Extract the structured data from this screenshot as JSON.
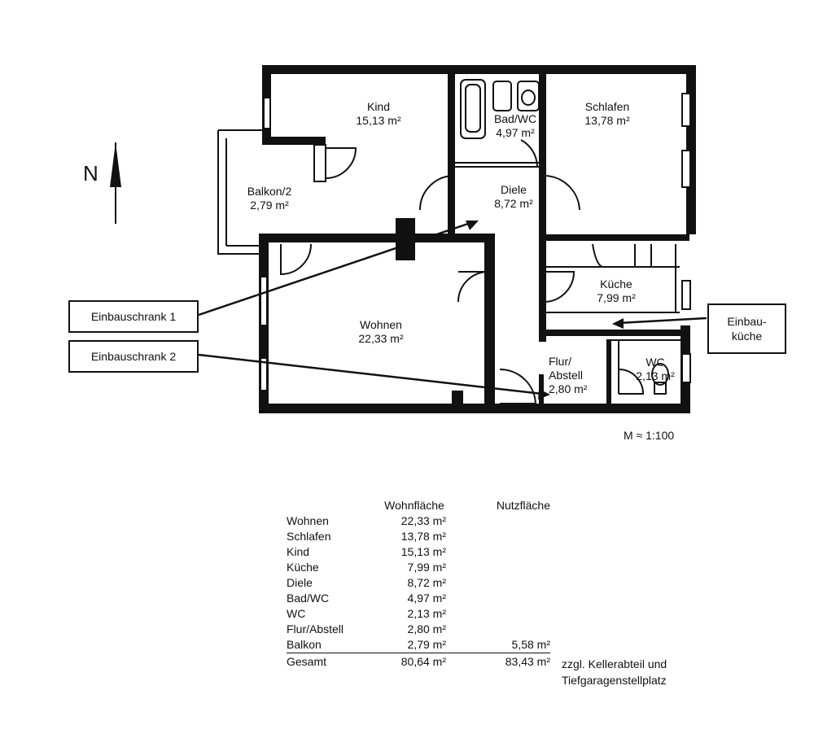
{
  "north_label": "N",
  "scale": "M ≈ 1:100",
  "rooms": [
    {
      "id": "kind",
      "name": "Kind",
      "area": "15,13 m²"
    },
    {
      "id": "bad",
      "name": "Bad/WC",
      "area": "4,97 m²"
    },
    {
      "id": "schlafen",
      "name": "Schlafen",
      "area": "13,78 m²"
    },
    {
      "id": "balkon",
      "name": "Balkon/2",
      "area": "2,79 m²"
    },
    {
      "id": "diele",
      "name": "Diele",
      "area": "8,72 m²"
    },
    {
      "id": "kueche",
      "name": "Küche",
      "area": "7,99 m²"
    },
    {
      "id": "wohnen",
      "name": "Wohnen",
      "area": "22,33 m²"
    },
    {
      "id": "flur",
      "name": "Flur/ Abstell",
      "area": "2,80 m²"
    },
    {
      "id": "wc",
      "name": "WC",
      "area": "2,13 m²"
    }
  ],
  "callouts": {
    "einbauschrank1": "Einbauschrank 1",
    "einbauschrank2": "Einbauschrank 2",
    "einbaukueche_line1": "Einbau-",
    "einbaukueche_line2": "küche"
  },
  "area_table": {
    "headers": [
      "",
      "Wohnfläche",
      "Nutzfläche"
    ],
    "rows": [
      [
        "Wohnen",
        "22,33 m²",
        ""
      ],
      [
        "Schlafen",
        "13,78 m²",
        ""
      ],
      [
        "Kind",
        "15,13 m²",
        ""
      ],
      [
        "Küche",
        "7,99 m²",
        ""
      ],
      [
        "Diele",
        "8,72 m²",
        ""
      ],
      [
        "Bad/WC",
        "4,97 m²",
        ""
      ],
      [
        "WC",
        "2,13 m²",
        ""
      ],
      [
        "Flur/Abstell",
        "2,80 m²",
        ""
      ],
      [
        "Balkon",
        "2,79 m²",
        "5,58 m²"
      ]
    ],
    "total": [
      "Gesamt",
      "80,64 m²",
      "83,43 m²"
    ],
    "note_line1": "zzgl. Kellerabteil und",
    "note_line2": "Tiefgaragenstellplatz"
  }
}
